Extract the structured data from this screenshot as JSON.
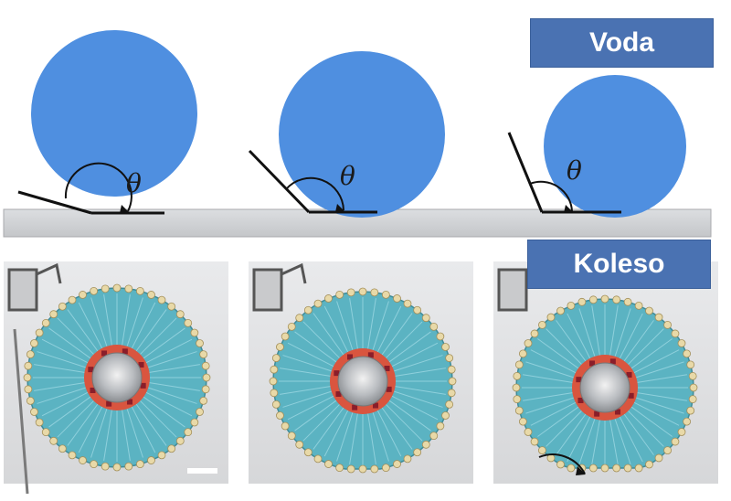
{
  "labels": {
    "water": "Voda",
    "wheel": "Koleso"
  },
  "angle_symbol": "θ",
  "colors": {
    "droplet": "#4f8fe0",
    "surface": "#d3d5d8",
    "wheel_fill": "#5bb3c2",
    "hub_ring": "#d9553f",
    "bead": "#e8d9a8",
    "label_box": "#4a72b2"
  },
  "icons": {
    "droplet": "water-droplet-icon",
    "wheel": "spoked-wheel-icon"
  }
}
